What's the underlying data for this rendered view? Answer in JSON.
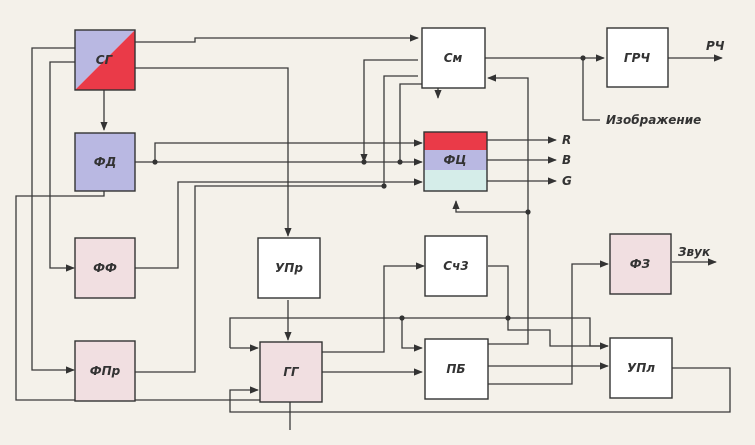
{
  "blocks": {
    "sp": {
      "label": "СГ"
    },
    "fd": {
      "label": "ФД"
    },
    "ff": {
      "label": "ФФ"
    },
    "fpr": {
      "label": "ФПр"
    },
    "upr": {
      "label": "УПр"
    },
    "gg": {
      "label": "ГГ"
    },
    "sm": {
      "label": "См"
    },
    "fc": {
      "label": "ФЦ"
    },
    "sch": {
      "label": "Сч3"
    },
    "pb": {
      "label": "ПБ"
    },
    "grch": {
      "label": "ГРЧ"
    },
    "fz": {
      "label": "ФЗ"
    },
    "upl": {
      "label": "УПл"
    }
  },
  "outputs": {
    "rch": "РЧ",
    "image": "Изображение",
    "r": "R",
    "b": "B",
    "g": "G",
    "sound": "Звук"
  },
  "colors": {
    "blue_fill": "#b9b8e2",
    "red_fill": "#ea3a48",
    "pink_fill": "#f1dfe1",
    "cyan_fill": "#d5ede9",
    "white_fill": "#ffffff",
    "line": "#333333",
    "background": "#f4f1ea"
  }
}
